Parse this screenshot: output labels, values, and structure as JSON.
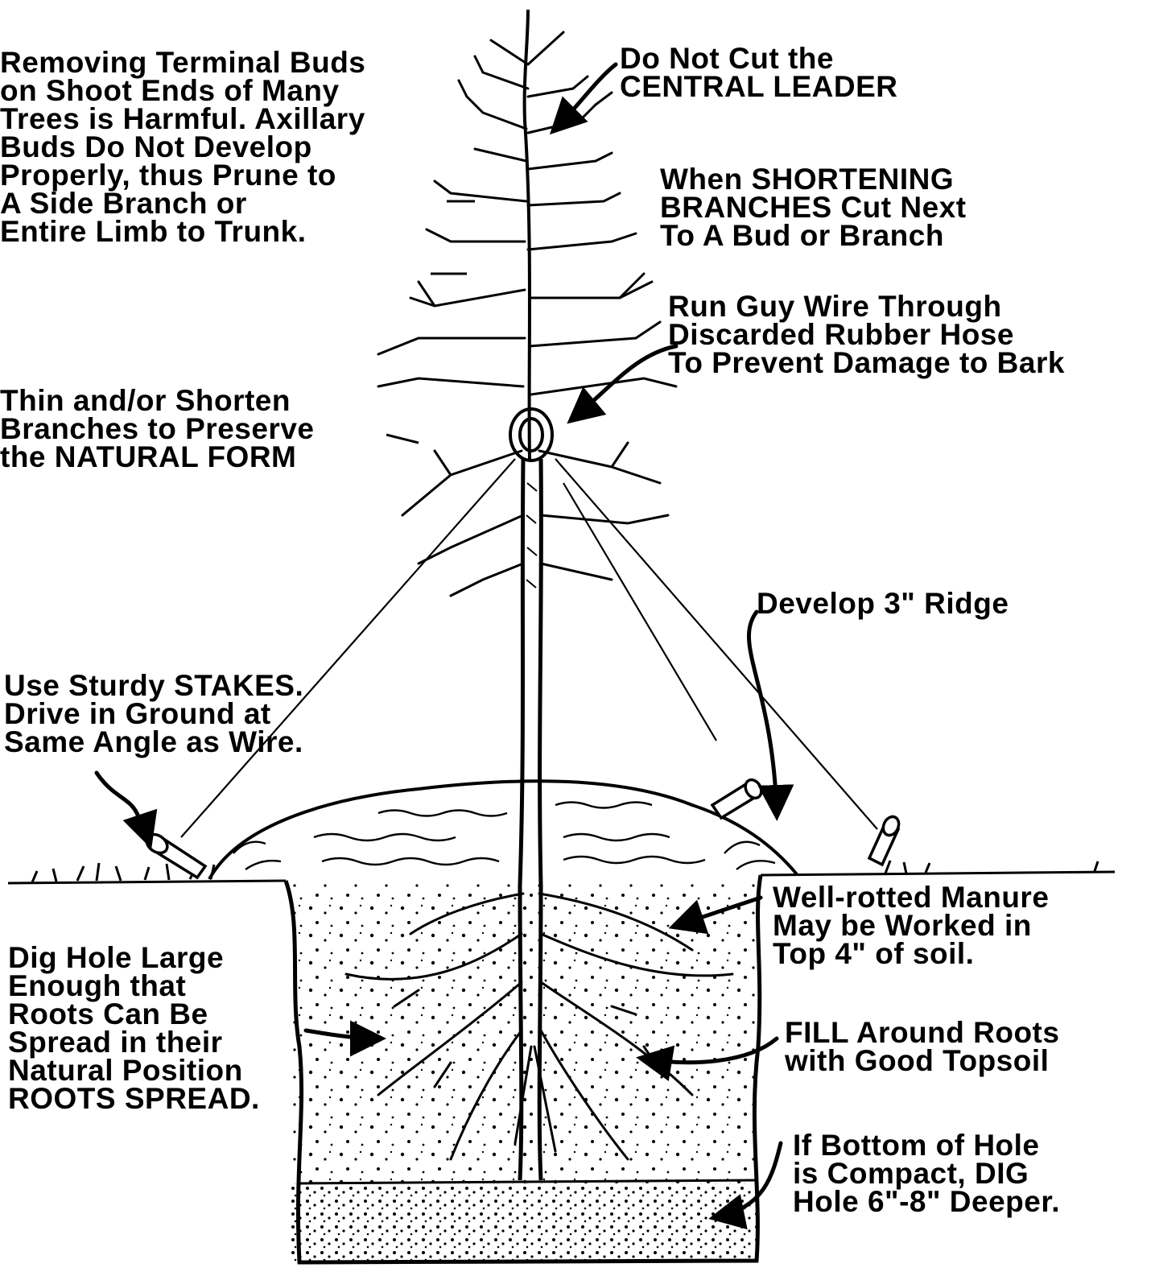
{
  "annotations": {
    "terminal_buds": {
      "lines": [
        "Removing Terminal Buds",
        "on Shoot Ends of Many",
        "Trees is Harmful. Axillary",
        "Buds Do Not Develop",
        "Properly, thus Prune to",
        "A Side Branch or",
        "Entire Limb to Trunk."
      ]
    },
    "central_leader": {
      "lines": [
        "Do Not Cut the",
        "CENTRAL LEADER"
      ]
    },
    "shortening": {
      "lines": [
        "When SHORTENING",
        "BRANCHES Cut Next",
        "To A Bud or Branch"
      ]
    },
    "guy_wire": {
      "lines": [
        "Run Guy Wire Through",
        "Discarded Rubber Hose",
        "To Prevent Damage to Bark"
      ]
    },
    "thin_branches": {
      "lines": [
        "Thin and/or Shorten",
        "Branches to Preserve",
        "the NATURAL FORM"
      ]
    },
    "ridge": {
      "lines": [
        "Develop 3\" Ridge"
      ]
    },
    "stakes": {
      "lines": [
        "Use Sturdy STAKES.",
        "Drive in Ground at",
        "Same Angle as Wire."
      ]
    },
    "manure": {
      "lines": [
        "Well-rotted Manure",
        "May be Worked in",
        "Top 4\" of soil."
      ]
    },
    "dig_hole": {
      "lines": [
        "Dig Hole Large",
        "Enough that",
        "Roots Can Be",
        "Spread in their",
        "Natural Position",
        "ROOTS SPREAD."
      ]
    },
    "fill_roots": {
      "lines": [
        "FILL Around Roots",
        "with Good Topsoil"
      ]
    },
    "bottom_hole": {
      "lines": [
        "If Bottom of Hole",
        "is Compact, DIG",
        "Hole 6\"-8\" Deeper."
      ]
    }
  },
  "colors": {
    "ink": "#000000",
    "paper": "#ffffff"
  }
}
